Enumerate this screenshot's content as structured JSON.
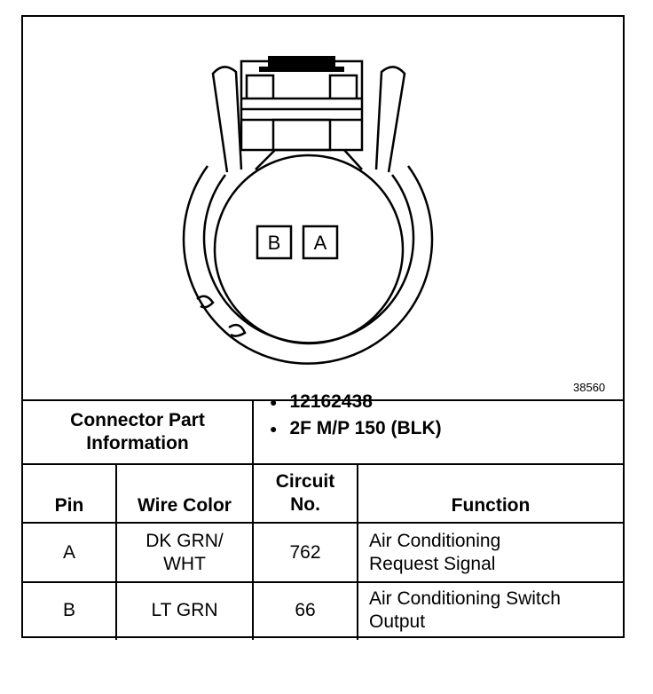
{
  "figure_id": "38560",
  "connector_pins": {
    "left": "B",
    "right": "A"
  },
  "part_info": {
    "label_line1": "Connector Part",
    "label_line2": "Information",
    "items": [
      "12162438",
      "2F M/P 150 (BLK)"
    ]
  },
  "table": {
    "headers": {
      "pin": "Pin",
      "wire_color": "Wire Color",
      "circuit_line1": "Circuit",
      "circuit_line2": "No.",
      "function": "Function"
    },
    "rows": [
      {
        "pin": "A",
        "wire_color_line1": "DK GRN/",
        "wire_color_line2": "WHT",
        "circuit": "762",
        "function_line1": "Air Conditioning",
        "function_line2": "Request Signal"
      },
      {
        "pin": "B",
        "wire_color_line1": "LT GRN",
        "wire_color_line2": "",
        "circuit": "66",
        "function_line1": "Air Conditioning Switch",
        "function_line2": "Output"
      }
    ]
  }
}
